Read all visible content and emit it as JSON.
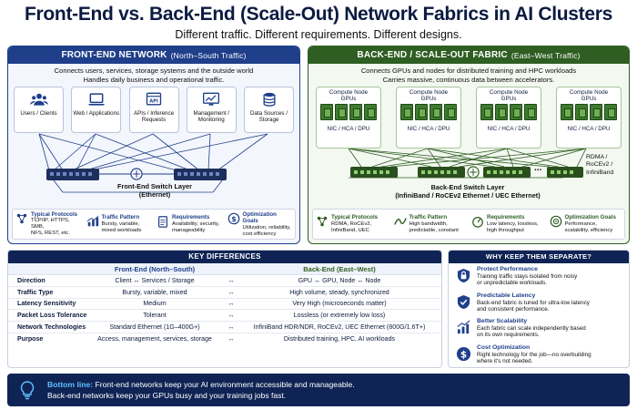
{
  "title": "Front-End vs. Back-End (Scale-Out) Network Fabrics in AI Clusters",
  "subtitle": "Different traffic. Different requirements. Different designs.",
  "colors": {
    "navy": "#0f2454",
    "front": "#1f3f8a",
    "back": "#2f5e23",
    "accent": "#5ec0ff"
  },
  "front": {
    "heading": "FRONT-END NETWORK",
    "heading_sub": "(North–South Traffic)",
    "desc1": "Connects users, services, storage systems and the outside world",
    "desc2": "Handles daily business and operational traffic.",
    "services": [
      {
        "icon": "users-icon",
        "label": "Users / Clients"
      },
      {
        "icon": "laptop-icon",
        "label": "Web / Applications"
      },
      {
        "icon": "api-icon",
        "label": "APIs / Inference Requests"
      },
      {
        "icon": "monitor-chart-icon",
        "label": "Management / Monitoring"
      },
      {
        "icon": "database-icon",
        "label": "Data Sources / Storage"
      }
    ],
    "switch_label1": "Front-End Switch Layer",
    "switch_label2": "(Ethernet)",
    "strip": [
      {
        "icon": "protocol-icon",
        "title": "Typical Protocols",
        "text1": "TCP/IP, HTTPS, SMB,",
        "text2": "NFS, REST, etc."
      },
      {
        "icon": "traffic-chart-icon",
        "title": "Traffic Pattern",
        "text1": "Bursty, variable,",
        "text2": "mixed workloads"
      },
      {
        "icon": "requirements-icon",
        "title": "Requirements",
        "text1": "Availability, security,",
        "text2": "manageability"
      },
      {
        "icon": "goal-dollar-icon",
        "title": "Optimization Goals",
        "text1": "Utilization, reliability,",
        "text2": "cost efficiency"
      }
    ]
  },
  "back": {
    "heading": "BACK-END / SCALE-OUT FABRIC",
    "heading_sub": "(East–West Traffic)",
    "desc1": "Connects GPUs and nodes for distributed training and HPC workloads",
    "desc2": "Carries massive, continuous data between accelerators.",
    "nodes": [
      {
        "title": "Compute Node",
        "sub": "GPUs",
        "nic": "NIC / HCA / DPU"
      },
      {
        "title": "Compute Node",
        "sub": "GPUs",
        "nic": "NIC / HCA / DPU"
      },
      {
        "title": "Compute Node",
        "sub": "GPUs",
        "nic": "NIC / HCA / DPU"
      },
      {
        "title": "Compute Node",
        "sub": "GPUs",
        "nic": "NIC / HCA / DPU"
      }
    ],
    "ellipsis": "...",
    "rdma1": "RDMA /",
    "rdma2": "RoCEv2 /",
    "rdma3": "InfiniBand",
    "switch_label1": "Back-End Switch Layer",
    "switch_label2": "(InfiniBand / RoCEv2 Ethernet / UEC Ethernet)",
    "strip": [
      {
        "icon": "protocol-icon",
        "title": "Typical Protocols",
        "text1": "RDMA, RoCEv2,",
        "text2": "InfiniBand, UEC"
      },
      {
        "icon": "traffic-chart-icon",
        "title": "Traffic Pattern",
        "text1": "High bandwidth,",
        "text2": "predictable, constant"
      },
      {
        "icon": "requirements-icon",
        "title": "Requirements",
        "text1": "Low latency, lossless,",
        "text2": "high throughput"
      },
      {
        "icon": "goal-icon",
        "title": "Optimization Goals",
        "text1": "Performance,",
        "text2": "scalability, efficiency"
      }
    ]
  },
  "key_differences": {
    "heading": "KEY DIFFERENCES",
    "col_front": "Front-End (North–South)",
    "col_back": "Back-End (East–West)",
    "arrow": "↔",
    "rows": [
      {
        "label": "Direction",
        "front": "Client ↔ Services / Storage",
        "back": "GPU ↔ GPU, Node ↔ Node"
      },
      {
        "label": "Traffic Type",
        "front": "Bursty, variable, mixed",
        "back": "High volume, steady, synchronized"
      },
      {
        "label": "Latency Sensitivity",
        "front": "Medium",
        "back": "Very High (microseconds matter)"
      },
      {
        "label": "Packet Loss Tolerance",
        "front": "Tolerant",
        "back": "Lossless (or extremely low loss)"
      },
      {
        "label": "Network Technologies",
        "front": "Standard Ethernet (1G–400G+)",
        "back": "InfiniBand HDR/NDR, RoCEv2, UEC Ethernet (800G/1.6T+)"
      },
      {
        "label": "Purpose",
        "front": "Access, management, services, storage",
        "back": "Distributed training, HPC, AI workloads"
      }
    ]
  },
  "why": {
    "heading": "WHY KEEP THEM SEPARATE?",
    "items": [
      {
        "icon": "shield-lock-icon",
        "title": "Protect Performance",
        "text1": "Training traffic stays isolated from noisy",
        "text2": "or unpredictable workloads."
      },
      {
        "icon": "shield-check-icon",
        "title": "Predictable Latency",
        "text1": "Back-end fabric is tuned for ultra-low latency",
        "text2": "and consistent performance."
      },
      {
        "icon": "growth-chart-icon",
        "title": "Better Scalability",
        "text1": "Each fabric can scale independently based",
        "text2": "on its own requirements."
      },
      {
        "icon": "dollar-icon",
        "title": "Cost Optimization",
        "text1": "Right technology for the job—no overbuilding",
        "text2": "where it's not needed."
      }
    ]
  },
  "bottom": {
    "icon": "lightbulb-icon",
    "lead": "Bottom line:",
    "line1": " Front-end networks keep your AI environment accessible and manageable.",
    "line2": "Back-end networks keep your GPUs busy and your training jobs fast."
  }
}
